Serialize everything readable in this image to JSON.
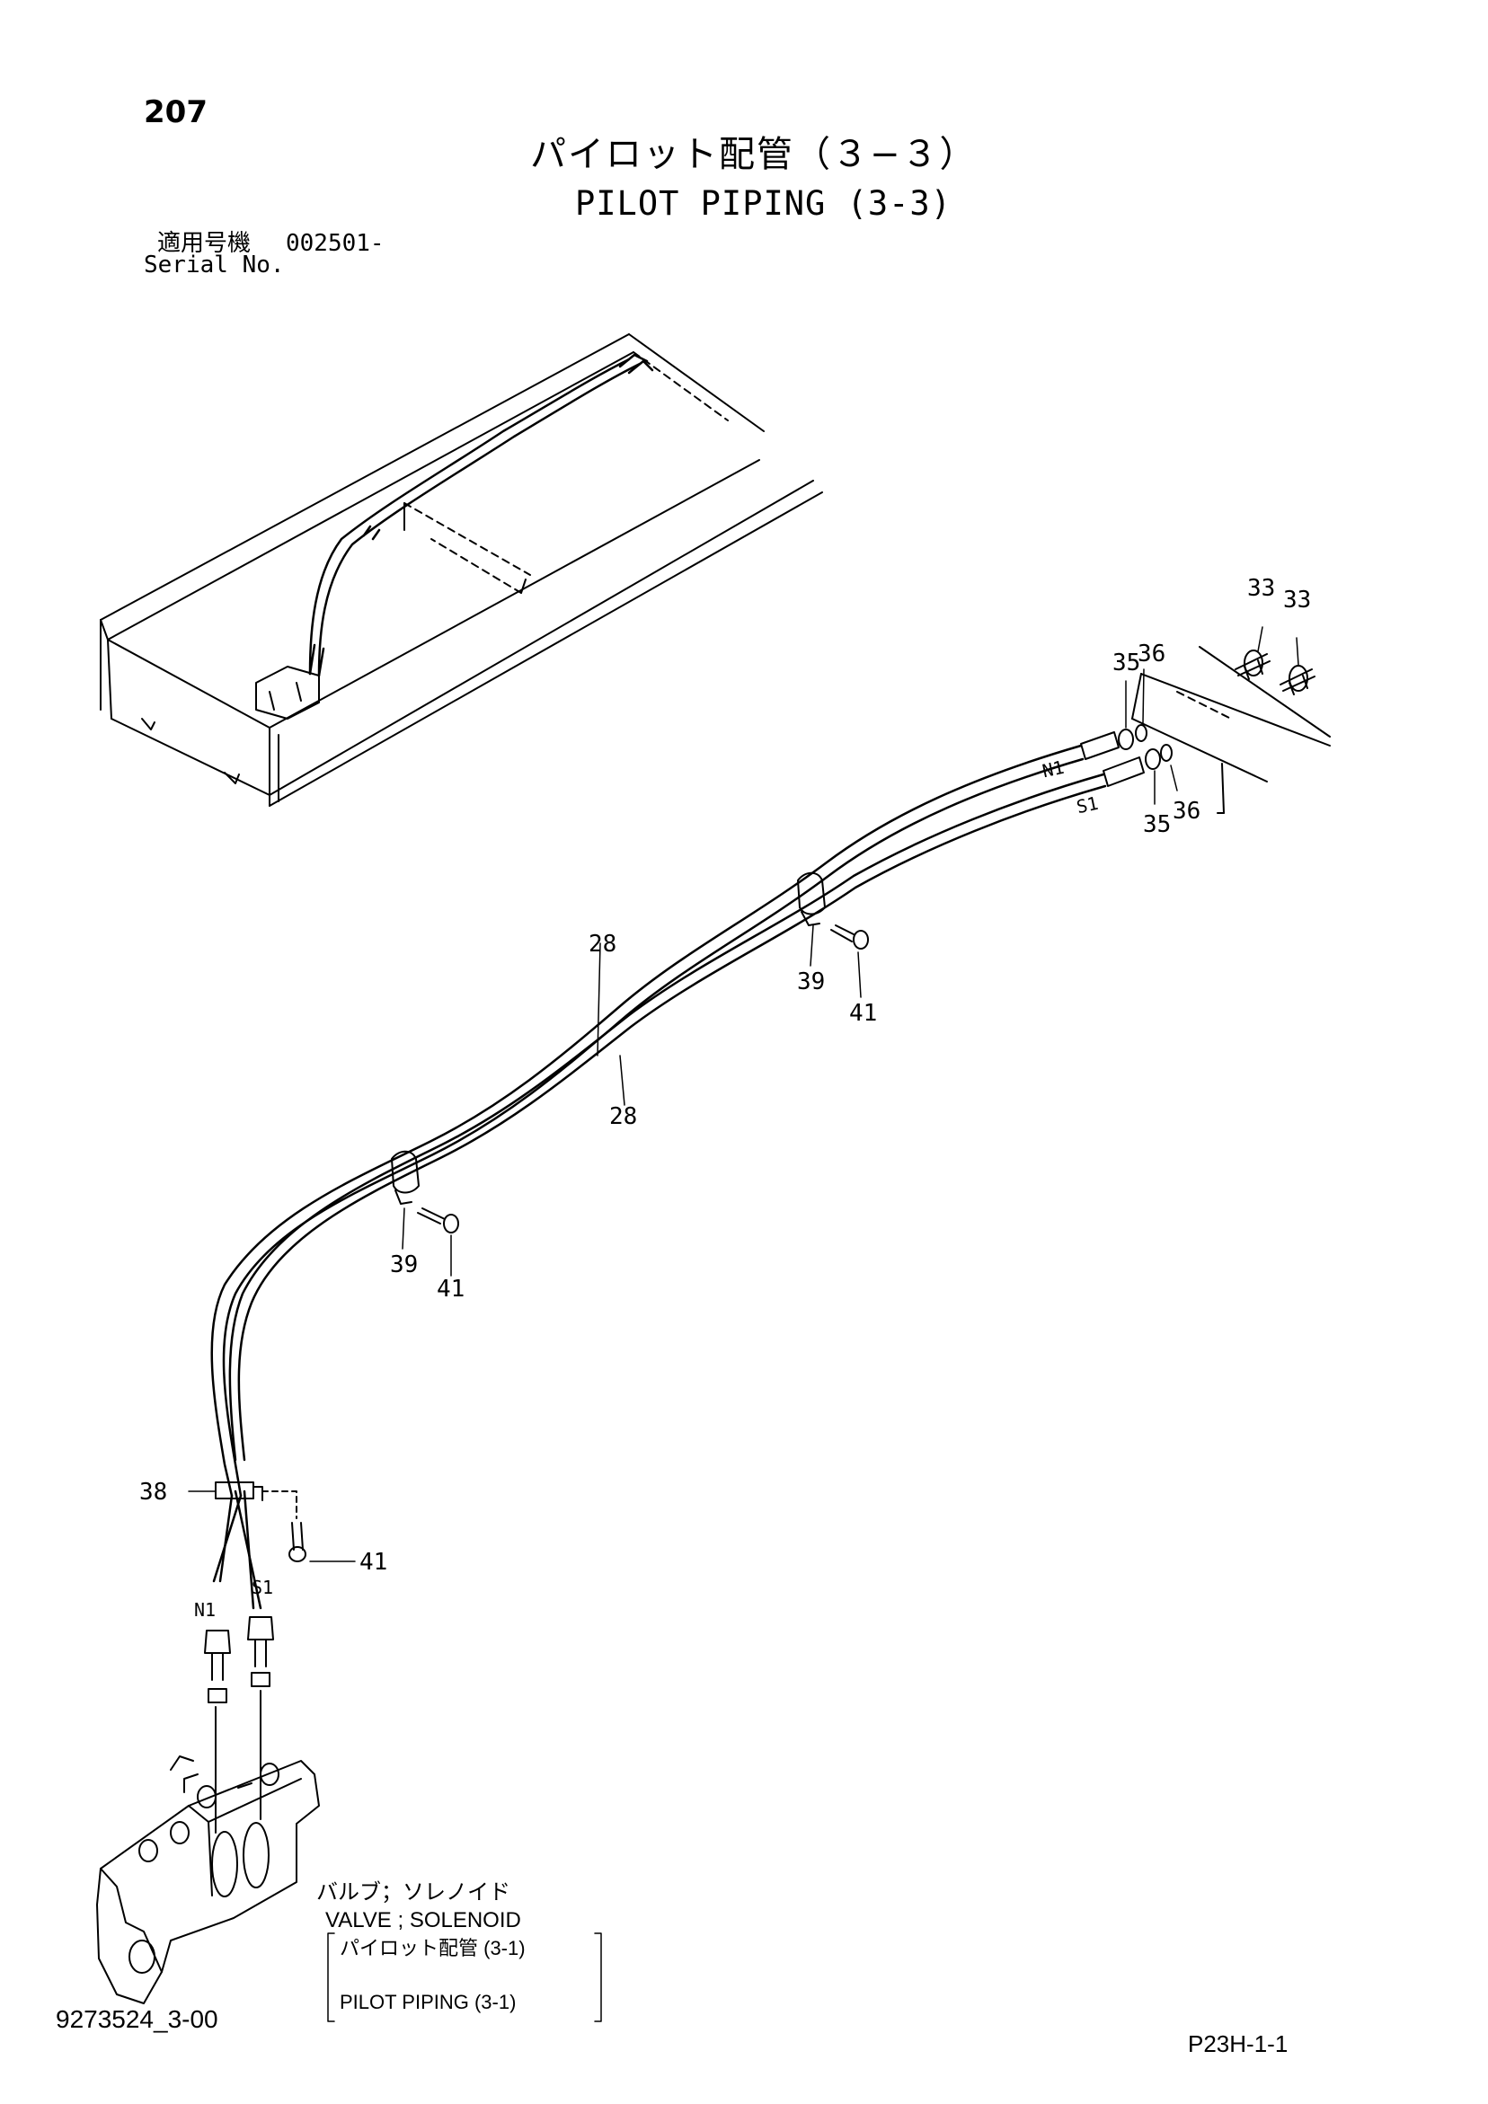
{
  "header": {
    "page_number": "207",
    "title_jp": "パイロット配管（３−３）",
    "title_en": "PILOT PIPING (3-3)",
    "serial_label_jp": "適用号機",
    "serial_value": "002501-",
    "serial_label_en": "Serial No."
  },
  "callouts": {
    "c33a": "33",
    "c33b": "33",
    "c35a": "35",
    "c36a": "36",
    "c35b": "35",
    "c36b": "36",
    "c28a": "28",
    "c28b": "28",
    "c39a": "39",
    "c41a": "41",
    "c39b": "39",
    "c41b": "41",
    "c38": "38",
    "c41c": "41"
  },
  "port_labels": {
    "n1_top": "N1",
    "s1_top": "S1",
    "n1_bottom": "N1",
    "s1_bottom": "S1"
  },
  "reference": {
    "valve_jp": "バルブ；ソレノイド",
    "valve_en": "VALVE ; SOLENOID",
    "pipe_jp": "パイロット配管 (3-1)",
    "pipe_en": "PILOT PIPING (3-1)"
  },
  "footer": {
    "doc_id": "9273524_3-00",
    "page_code": "P23H-1-1"
  }
}
